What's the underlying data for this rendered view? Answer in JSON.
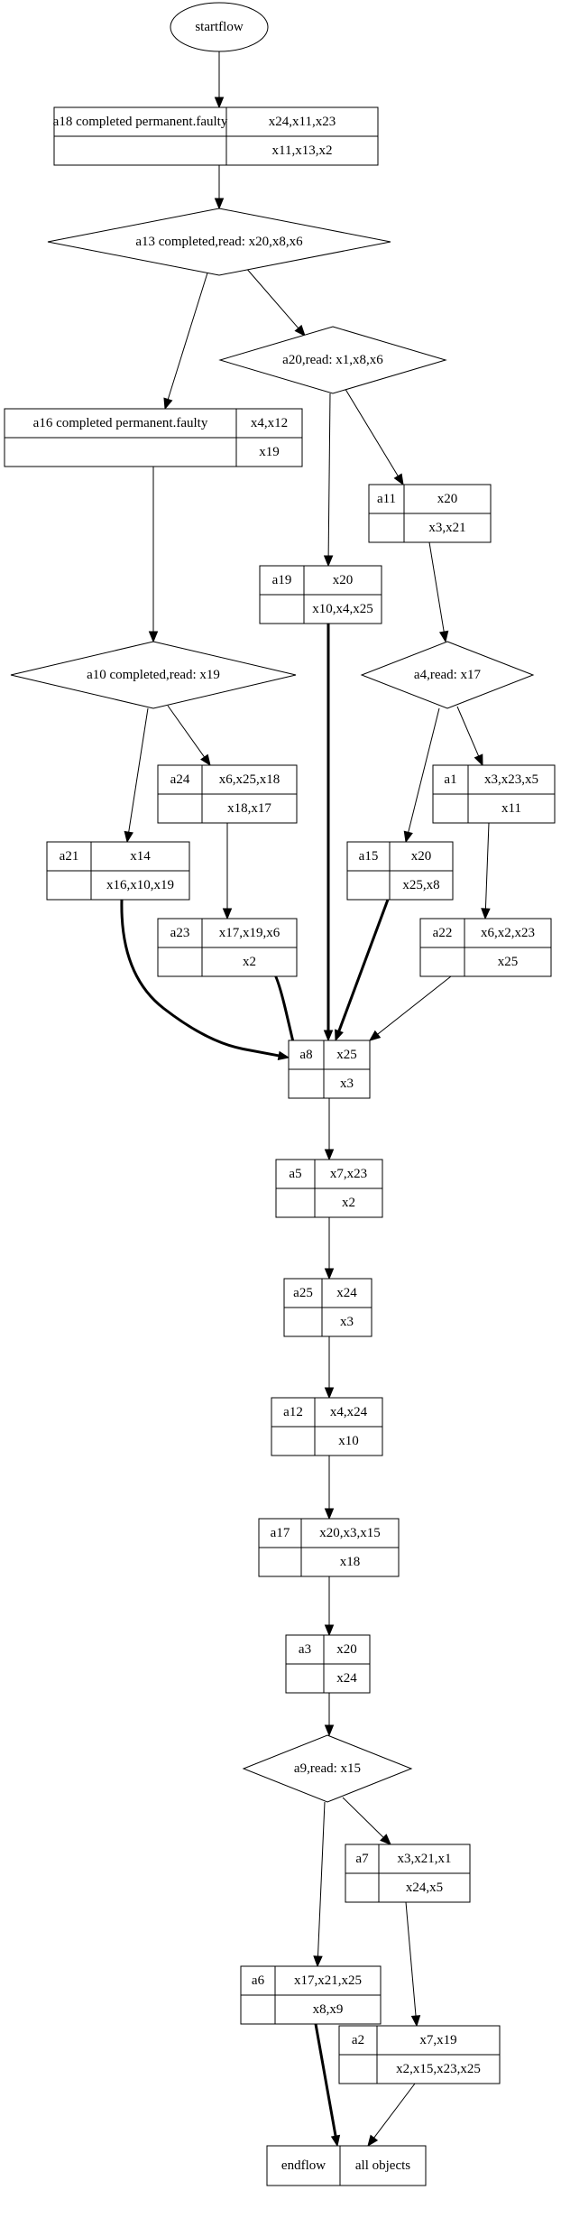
{
  "diagram": {
    "nodes": [
      {
        "id": "startflow",
        "shape": "ellipse",
        "label": "startflow"
      },
      {
        "id": "a18",
        "shape": "record",
        "name": "a18 completed permanent.faulty",
        "top": "x24,x11,x23",
        "bottom": "x11,x13,x2"
      },
      {
        "id": "a13",
        "shape": "diamond",
        "label": "a13 completed,read: x20,x8,x6"
      },
      {
        "id": "a20",
        "shape": "diamond",
        "label": "a20,read: x1,x8,x6"
      },
      {
        "id": "a16",
        "shape": "record",
        "name": "a16 completed permanent.faulty",
        "top": "x4,x12",
        "bottom": "x19"
      },
      {
        "id": "a11",
        "shape": "record",
        "name": "a11",
        "top": "x20",
        "bottom": "x3,x21"
      },
      {
        "id": "a19",
        "shape": "record",
        "name": "a19",
        "top": "x20",
        "bottom": "x10,x4,x25"
      },
      {
        "id": "a10",
        "shape": "diamond",
        "label": "a10 completed,read: x19"
      },
      {
        "id": "a4",
        "shape": "diamond",
        "label": "a4,read: x17"
      },
      {
        "id": "a24",
        "shape": "record",
        "name": "a24",
        "top": "x6,x25,x18",
        "bottom": "x18,x17"
      },
      {
        "id": "a1",
        "shape": "record",
        "name": "a1",
        "top": "x3,x23,x5",
        "bottom": "x11"
      },
      {
        "id": "a21",
        "shape": "record",
        "name": "a21",
        "top": "x14",
        "bottom": "x16,x10,x19"
      },
      {
        "id": "a15",
        "shape": "record",
        "name": "a15",
        "top": "x20",
        "bottom": "x25,x8"
      },
      {
        "id": "a23",
        "shape": "record",
        "name": "a23",
        "top": "x17,x19,x6",
        "bottom": "x2"
      },
      {
        "id": "a22",
        "shape": "record",
        "name": "a22",
        "top": "x6,x2,x23",
        "bottom": "x25"
      },
      {
        "id": "a8",
        "shape": "record",
        "name": "a8",
        "top": "x25",
        "bottom": "x3"
      },
      {
        "id": "a5",
        "shape": "record",
        "name": "a5",
        "top": "x7,x23",
        "bottom": "x2"
      },
      {
        "id": "a25",
        "shape": "record",
        "name": "a25",
        "top": "x24",
        "bottom": "x3"
      },
      {
        "id": "a12",
        "shape": "record",
        "name": "a12",
        "top": "x4,x24",
        "bottom": "x10"
      },
      {
        "id": "a17",
        "shape": "record",
        "name": "a17",
        "top": "x20,x3,x15",
        "bottom": "x18"
      },
      {
        "id": "a3",
        "shape": "record",
        "name": "a3",
        "top": "x20",
        "bottom": "x24"
      },
      {
        "id": "a9",
        "shape": "diamond",
        "label": "a9,read: x15"
      },
      {
        "id": "a7",
        "shape": "record",
        "name": "a7",
        "top": "x3,x21,x1",
        "bottom": "x24,x5"
      },
      {
        "id": "a6",
        "shape": "record",
        "name": "a6",
        "top": "x17,x21,x25",
        "bottom": "x8,x9"
      },
      {
        "id": "a2",
        "shape": "record",
        "name": "a2",
        "top": "x7,x19",
        "bottom": "x2,x15,x23,x25"
      },
      {
        "id": "endflow",
        "shape": "pair",
        "name": "endflow",
        "right": "all objects"
      }
    ],
    "edges": [
      {
        "from": "startflow",
        "to": "a18",
        "bold": false
      },
      {
        "from": "a18",
        "to": "a13",
        "bold": false
      },
      {
        "from": "a13",
        "to": "a16",
        "bold": false
      },
      {
        "from": "a13",
        "to": "a20",
        "bold": false
      },
      {
        "from": "a20",
        "to": "a19",
        "bold": false
      },
      {
        "from": "a20",
        "to": "a11",
        "bold": false
      },
      {
        "from": "a16",
        "to": "a10",
        "bold": false
      },
      {
        "from": "a11",
        "to": "a4",
        "bold": false
      },
      {
        "from": "a10",
        "to": "a21",
        "bold": false
      },
      {
        "from": "a10",
        "to": "a24",
        "bold": false
      },
      {
        "from": "a4",
        "to": "a15",
        "bold": false
      },
      {
        "from": "a4",
        "to": "a1",
        "bold": false
      },
      {
        "from": "a24",
        "to": "a23",
        "bold": false
      },
      {
        "from": "a1",
        "to": "a22",
        "bold": false
      },
      {
        "from": "a21",
        "to": "a8",
        "bold": true
      },
      {
        "from": "a23",
        "to": "a8",
        "bold": true
      },
      {
        "from": "a19",
        "to": "a8",
        "bold": true
      },
      {
        "from": "a15",
        "to": "a8",
        "bold": true
      },
      {
        "from": "a22",
        "to": "a8",
        "bold": false
      },
      {
        "from": "a8",
        "to": "a5",
        "bold": false
      },
      {
        "from": "a5",
        "to": "a25",
        "bold": false
      },
      {
        "from": "a25",
        "to": "a12",
        "bold": false
      },
      {
        "from": "a12",
        "to": "a17",
        "bold": false
      },
      {
        "from": "a17",
        "to": "a3",
        "bold": false
      },
      {
        "from": "a3",
        "to": "a9",
        "bold": false
      },
      {
        "from": "a9",
        "to": "a6",
        "bold": false
      },
      {
        "from": "a9",
        "to": "a7",
        "bold": false
      },
      {
        "from": "a7",
        "to": "a2",
        "bold": false
      },
      {
        "from": "a6",
        "to": "endflow",
        "bold": true
      },
      {
        "from": "a2",
        "to": "endflow",
        "bold": false
      }
    ]
  }
}
